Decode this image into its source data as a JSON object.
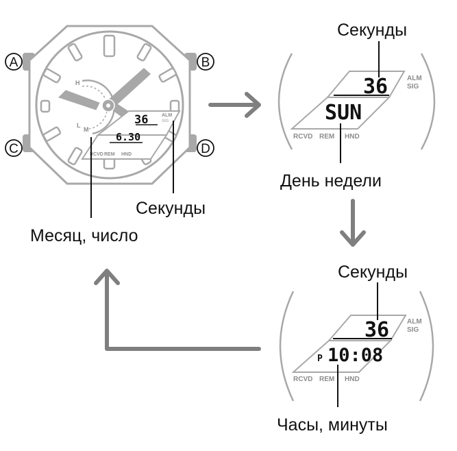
{
  "buttons": [
    "A",
    "B",
    "C",
    "D"
  ],
  "watch": {
    "seconds": "36",
    "date": "6.30",
    "alm": "ALM",
    "sig": "SIG",
    "rcvd": "RCVD",
    "rem": "REM",
    "hnd": "HND",
    "subdial_letters": [
      "H",
      "L",
      "M"
    ]
  },
  "panel_day": {
    "seconds": "36",
    "main": "SUN",
    "alm": "ALM",
    "sig": "SIG",
    "rcvd": "RCVD",
    "rem": "REM",
    "hnd": "HND"
  },
  "panel_time": {
    "seconds": "36",
    "pm": "P",
    "main": "10:08",
    "alm": "ALM",
    "sig": "SIG",
    "rcvd": "RCVD",
    "rem": "REM",
    "hnd": "HND"
  },
  "labels": {
    "seconds_watch": "Секунды",
    "month_day": "Месяц, число",
    "seconds_day": "Секунды",
    "weekday": "День недели",
    "seconds_time": "Секунды",
    "hours_minutes": "Часы, минуты"
  }
}
